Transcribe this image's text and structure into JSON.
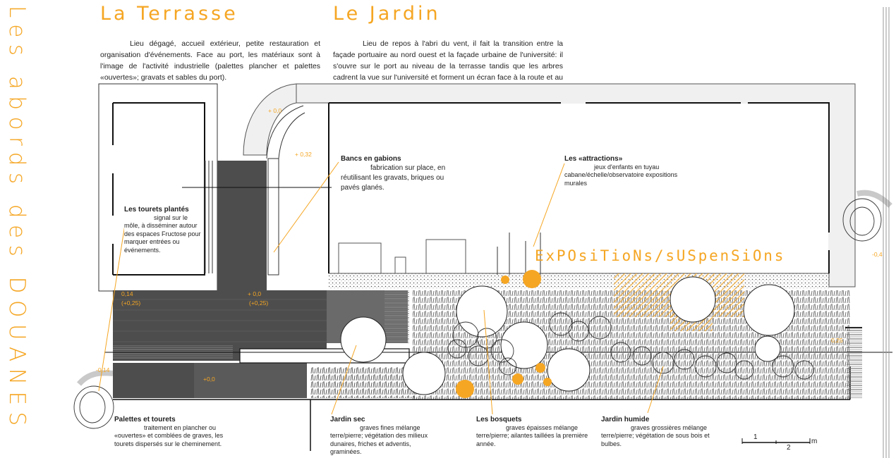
{
  "page": {
    "vertical_title": "Les abords des DOUANES",
    "terrasse_title": "La Terrasse",
    "jardin_title": "Le Jardin",
    "terrasse_text": "Lieu dégagé, accueil extérieur, petite restauration et organisation d'événements. Face au port, les matériaux sont à l'image de l'activité industrielle (palettes plancher et palettes «ouvertes»; gravats et sables du port).",
    "jardin_text": "Lieu de repos à l'abri du vent, il fait la transition entre la façade portuaire au nord ouest et la façade urbaine de l'université: il s'ouvre sur le port au niveau de la terrasse tandis que les arbres cadrent la vue sur l'université et forment un écran face à la route et au parking."
  },
  "labels": {
    "bancs": {
      "title": "Bancs en gabions",
      "desc": "fabrication sur place, en réutilisant les gravats, briques ou pavés glanés."
    },
    "attractions": {
      "title": "Les «attractions»",
      "desc": "jeux d'enfants en tuyau cabane/échelle/observatoire expositions murales"
    },
    "tourets": {
      "title": "Les tourets plantés",
      "desc": "signal sur le môle, à disséminer autour des espaces Fructose pour marquer entrées ou événements."
    },
    "palettes": {
      "title": "Palettes et tourets",
      "desc": "traitement en plancher ou «ouvertes» et comblées de graves, les tourets dispersés sur le cheminement."
    },
    "jardin_sec": {
      "title": "Jardin sec",
      "desc": "graves fines mélange terre/pierre; végétation des milieux dunaires, friches et adventis, graminées."
    },
    "bosquets": {
      "title": "Les bosquets",
      "desc": "graves épaisses mélange terre/pierre; ailantes taillées la première année."
    },
    "jardin_humide": {
      "title": "Jardin humide",
      "desc": "graves grossières mélange terre/pierre; végétation de sous bois et bulbes."
    }
  },
  "expo_text": "ExPOsiTioNs/sUSpenSiOns",
  "elevations": {
    "e1": "+ 0,0",
    "e2": "+ 0,32",
    "e3": "0,14",
    "e3b": "(+0,25)",
    "e4": "+ 0,0",
    "e4b": "(+0,25)",
    "e5": "-0,14",
    "e6": "+0,0",
    "e7": "-0,4",
    "e8": "0,25"
  },
  "scale": {
    "one": "1",
    "two": "2",
    "unit": "m"
  },
  "colors": {
    "accent": "#f5a623",
    "ink": "#1a1a1a",
    "dark_deck": "#4d4d4d",
    "building": "#f0f0f0"
  }
}
